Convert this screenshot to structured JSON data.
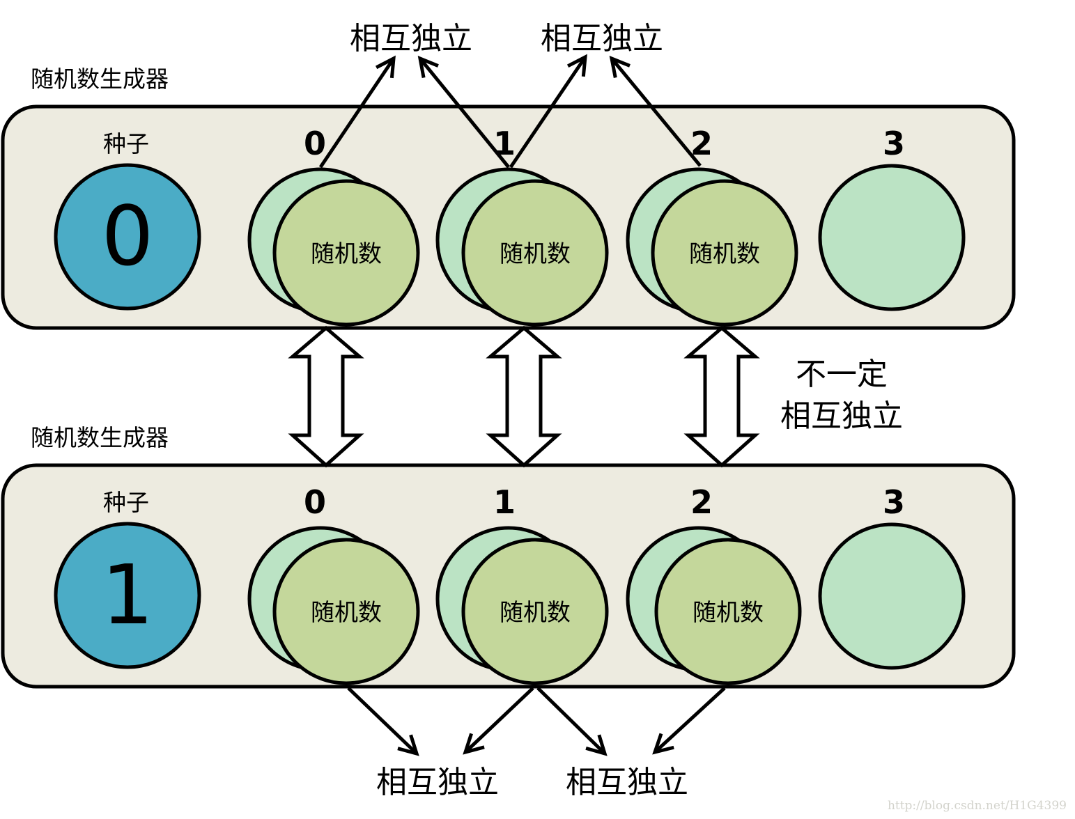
{
  "colors": {
    "panel": "#EDEBE0",
    "seed": "#4BACC6",
    "back_circle": "#BBE3C4",
    "front_circle": "#C4D79B",
    "stroke": "#000000"
  },
  "generators": [
    {
      "title": "随机数生成器",
      "seed_label": "种子",
      "seed_value": "0",
      "indices": [
        "0",
        "1",
        "2",
        "3"
      ],
      "circle_label": "随机数"
    },
    {
      "title": "随机数生成器",
      "seed_label": "种子",
      "seed_value": "1",
      "indices": [
        "0",
        "1",
        "2",
        "3"
      ],
      "circle_label": "随机数"
    }
  ],
  "top_labels": [
    "相互独立",
    "相互独立"
  ],
  "bottom_labels": [
    "相互独立",
    "相互独立"
  ],
  "cross_label": {
    "line1": "不一定",
    "line2": "相互独立"
  },
  "watermark": "http://blog.csdn.net/H1G4399"
}
